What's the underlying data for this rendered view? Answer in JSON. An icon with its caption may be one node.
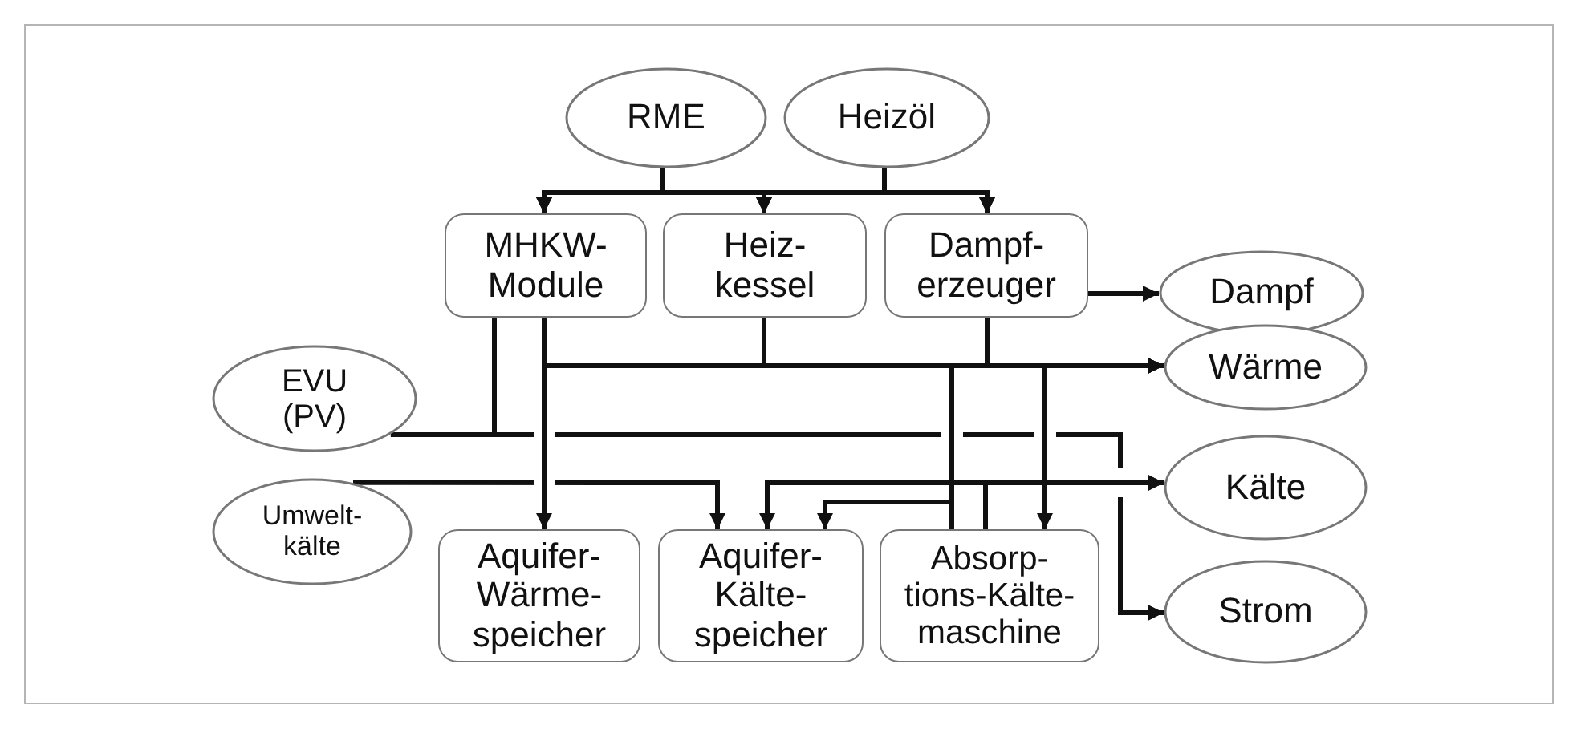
{
  "diagram": {
    "nodes": [
      {
        "text": [
          "RME"
        ]
      },
      {
        "text": [
          "Heizöl"
        ]
      },
      {
        "text": [
          "MHKW- Module"
        ]
      },
      {
        "text": [
          "Heiz- kessel"
        ]
      },
      {
        "text": [
          "Dampf- erzeuger"
        ]
      },
      {
        "text": [
          "Dampf"
        ]
      },
      {
        "text": [
          "Wärme"
        ]
      },
      {
        "text": [
          "EVU (PV)"
        ]
      },
      {
        "text": [
          "Kälte"
        ]
      },
      {
        "text": [
          "Umwelt- kälte"
        ]
      },
      {
        "text": [
          "Aquifer- Wärme- speicher"
        ]
      },
      {
        "text": [
          "Aquifer- Kälte- speicher"
        ]
      },
      {
        "text": [
          "Absorp- tions-Kälte- maschine"
        ]
      },
      {
        "text": [
          "Strom"
        ]
      }
    ],
    "edges": [
      {
        "from": 0,
        "to": 2,
        "arrow": "to"
      },
      {
        "from": 0,
        "to": 3,
        "arrow": "to"
      },
      {
        "from": 0,
        "to": 4,
        "arrow": "to"
      },
      {
        "from": 1,
        "to": 2,
        "arrow": "to"
      },
      {
        "from": 1,
        "to": 3,
        "arrow": "to"
      },
      {
        "from": 1,
        "to": 4,
        "arrow": "to"
      },
      {
        "from": 4,
        "to": 5,
        "arrow": "to"
      },
      {
        "from": 2,
        "to": 6,
        "arrow": "to"
      },
      {
        "from": 3,
        "to": 6,
        "arrow": "to"
      },
      {
        "from": 4,
        "to": 6,
        "arrow": "to"
      },
      {
        "from": 10,
        "to": 6,
        "arrow": "both"
      },
      {
        "from": 12,
        "to": 6,
        "arrow": "to"
      },
      {
        "from": 4,
        "to": 12,
        "arrow": "to"
      },
      {
        "from": 7,
        "to": 13,
        "arrow": "to"
      },
      {
        "from": 2,
        "to": 13,
        "arrow": "to"
      },
      {
        "from": 9,
        "to": 11,
        "arrow": "to"
      },
      {
        "from": 11,
        "to": 8,
        "arrow": "both"
      },
      {
        "from": 12,
        "to": 8,
        "arrow": "to"
      },
      {
        "from": 12,
        "to": 11,
        "arrow": "to"
      }
    ]
  }
}
